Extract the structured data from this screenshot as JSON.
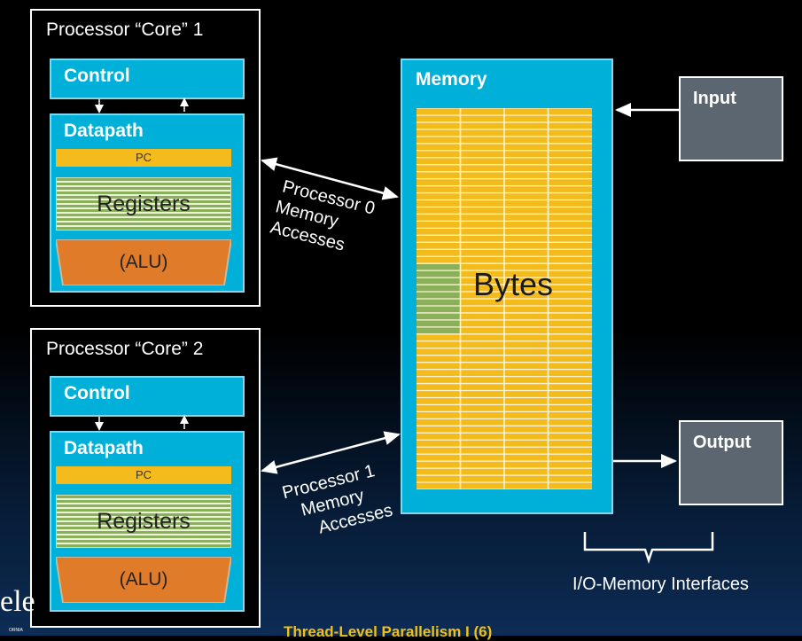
{
  "cores": [
    {
      "title": "Processor “Core” 1",
      "control": "Control",
      "datapath": "Datapath",
      "pc": "PC",
      "registers": "Registers",
      "alu": "(ALU)"
    },
    {
      "title": "Processor “Core” 2",
      "control": "Control",
      "datapath": "Datapath",
      "pc": "PC",
      "registers": "Registers",
      "alu": "(ALU)"
    }
  ],
  "accesses": [
    {
      "line1": "Processor 0",
      "line2": "Memory",
      "line3": "Accesses"
    },
    {
      "line1": "Processor 1",
      "line2": "Memory",
      "line3": "Accesses"
    }
  ],
  "memory": {
    "title": "Memory",
    "bytes": "Bytes"
  },
  "input": {
    "label": "Input"
  },
  "output": {
    "label": "Output"
  },
  "io_caption": "I/O-Memory Interfaces",
  "footer": "Thread-Level Parallelism I (6)",
  "logo_fragment": "ele",
  "logo_small": "ORNIA",
  "colors": {
    "accent_cyan": "#00b0d8",
    "pc_yellow": "#f4bb1c",
    "register_green": "#8ab059",
    "alu_orange": "#e07b2a",
    "io_gray": "#5b6670",
    "footer_gold": "#f2c012"
  }
}
